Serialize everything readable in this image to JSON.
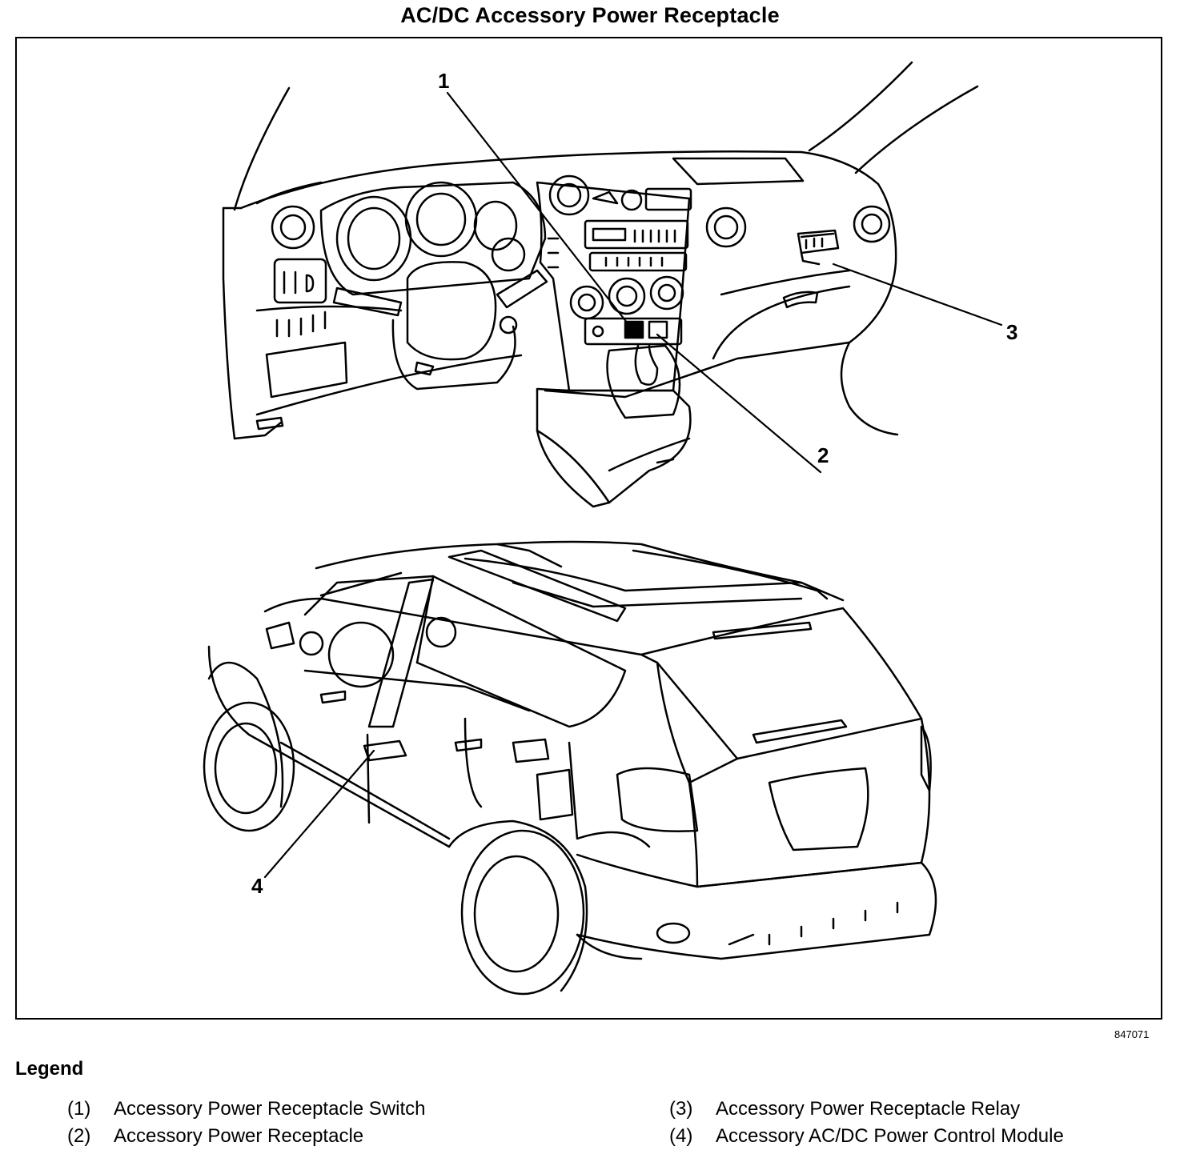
{
  "title": "AC/DC Accessory Power Receptacle",
  "figure_number": "847071",
  "callouts": [
    "1",
    "2",
    "3",
    "4"
  ],
  "legend": {
    "heading": "Legend",
    "items": [
      {
        "num": "(1)",
        "label": "Accessory Power Receptacle Switch"
      },
      {
        "num": "(2)",
        "label": "Accessory Power Receptacle"
      },
      {
        "num": "(3)",
        "label": "Accessory Power Receptacle Relay"
      },
      {
        "num": "(4)",
        "label": "Accessory AC/DC Power Control Module"
      }
    ]
  }
}
